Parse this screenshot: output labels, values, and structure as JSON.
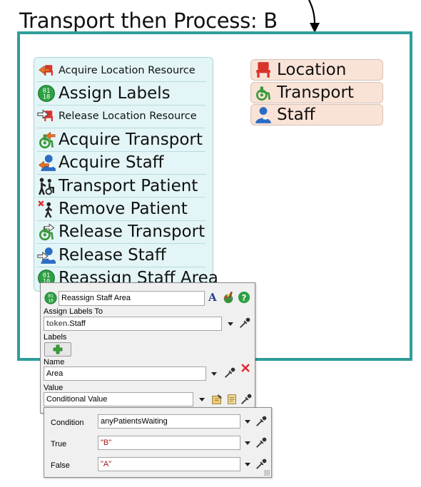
{
  "title": "Transport then Process: B",
  "activities": [
    {
      "label": "Acquire Location Resource",
      "size": "small",
      "icon": "acquire-location-icon"
    },
    {
      "label": "Assign Labels",
      "size": "big",
      "icon": "assign-labels-icon"
    },
    {
      "label": "Release Location Resource",
      "size": "small",
      "icon": "release-location-icon"
    },
    {
      "label": "Acquire Transport",
      "size": "big",
      "icon": "acquire-transport-icon"
    },
    {
      "label": "Acquire Staff",
      "size": "big",
      "icon": "acquire-staff-icon"
    },
    {
      "label": "Transport Patient",
      "size": "big",
      "icon": "transport-patient-icon"
    },
    {
      "label": "Remove Patient",
      "size": "big",
      "icon": "remove-patient-icon"
    },
    {
      "label": "Release Transport",
      "size": "big",
      "icon": "release-transport-icon"
    },
    {
      "label": "Release Staff",
      "size": "big",
      "icon": "release-staff-icon"
    },
    {
      "label": "Reassign Staff Area",
      "size": "big",
      "icon": "assign-labels-icon"
    }
  ],
  "resources": [
    {
      "label": "Location",
      "icon": "chair-icon"
    },
    {
      "label": "Transport",
      "icon": "wheelchair-icon"
    },
    {
      "label": "Staff",
      "icon": "person-icon"
    }
  ],
  "properties": {
    "name_value": "Reassign Staff Area",
    "assign_to_label": "Assign Labels To",
    "assign_to_prefix": "token.",
    "assign_to_value": "Staff",
    "labels_label": "Labels",
    "name_label": "Name",
    "label_name_value": "Area",
    "value_label": "Value",
    "value_value": "Conditional Value"
  },
  "conditional": {
    "condition_label": "Condition",
    "condition_value": "anyPatientsWaiting",
    "true_label": "True",
    "true_value": "\"B\"",
    "false_label": "False",
    "false_value": "\"A\""
  },
  "colors": {
    "container_border": "#2e9e9b",
    "activity_bg": "#e3f5f6",
    "resource_bg": "#f9e3d7",
    "icon_red": "#d9322b",
    "icon_orange": "#e8702a",
    "icon_green": "#2ea043",
    "icon_blue": "#2b6cc4"
  }
}
